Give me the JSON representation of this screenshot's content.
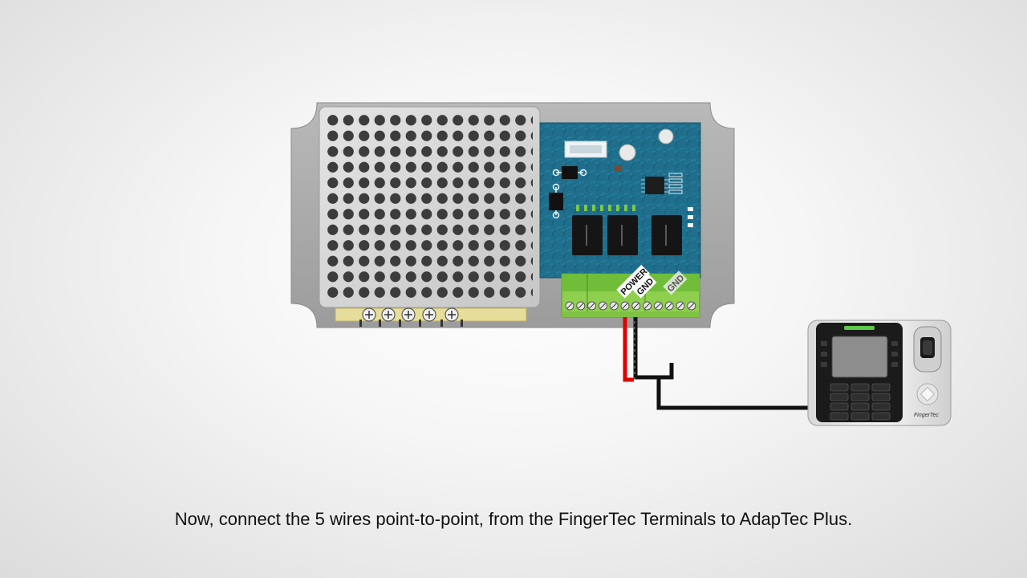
{
  "caption": "Now, connect the 5 wires point-to-point, from the FingerTec Terminals to AdapTec Plus.",
  "terminal_labels": {
    "power": "POWER",
    "gnd_primary": "GND",
    "gnd_secondary": "GND"
  },
  "device_brand": "FingerTec",
  "colors": {
    "pcb": "#1f6e8c",
    "enclosure": "#a9a9a9",
    "terminal_block": "#8ecf4e",
    "wire_power": "#e00000",
    "wire_ground": "#111111"
  }
}
